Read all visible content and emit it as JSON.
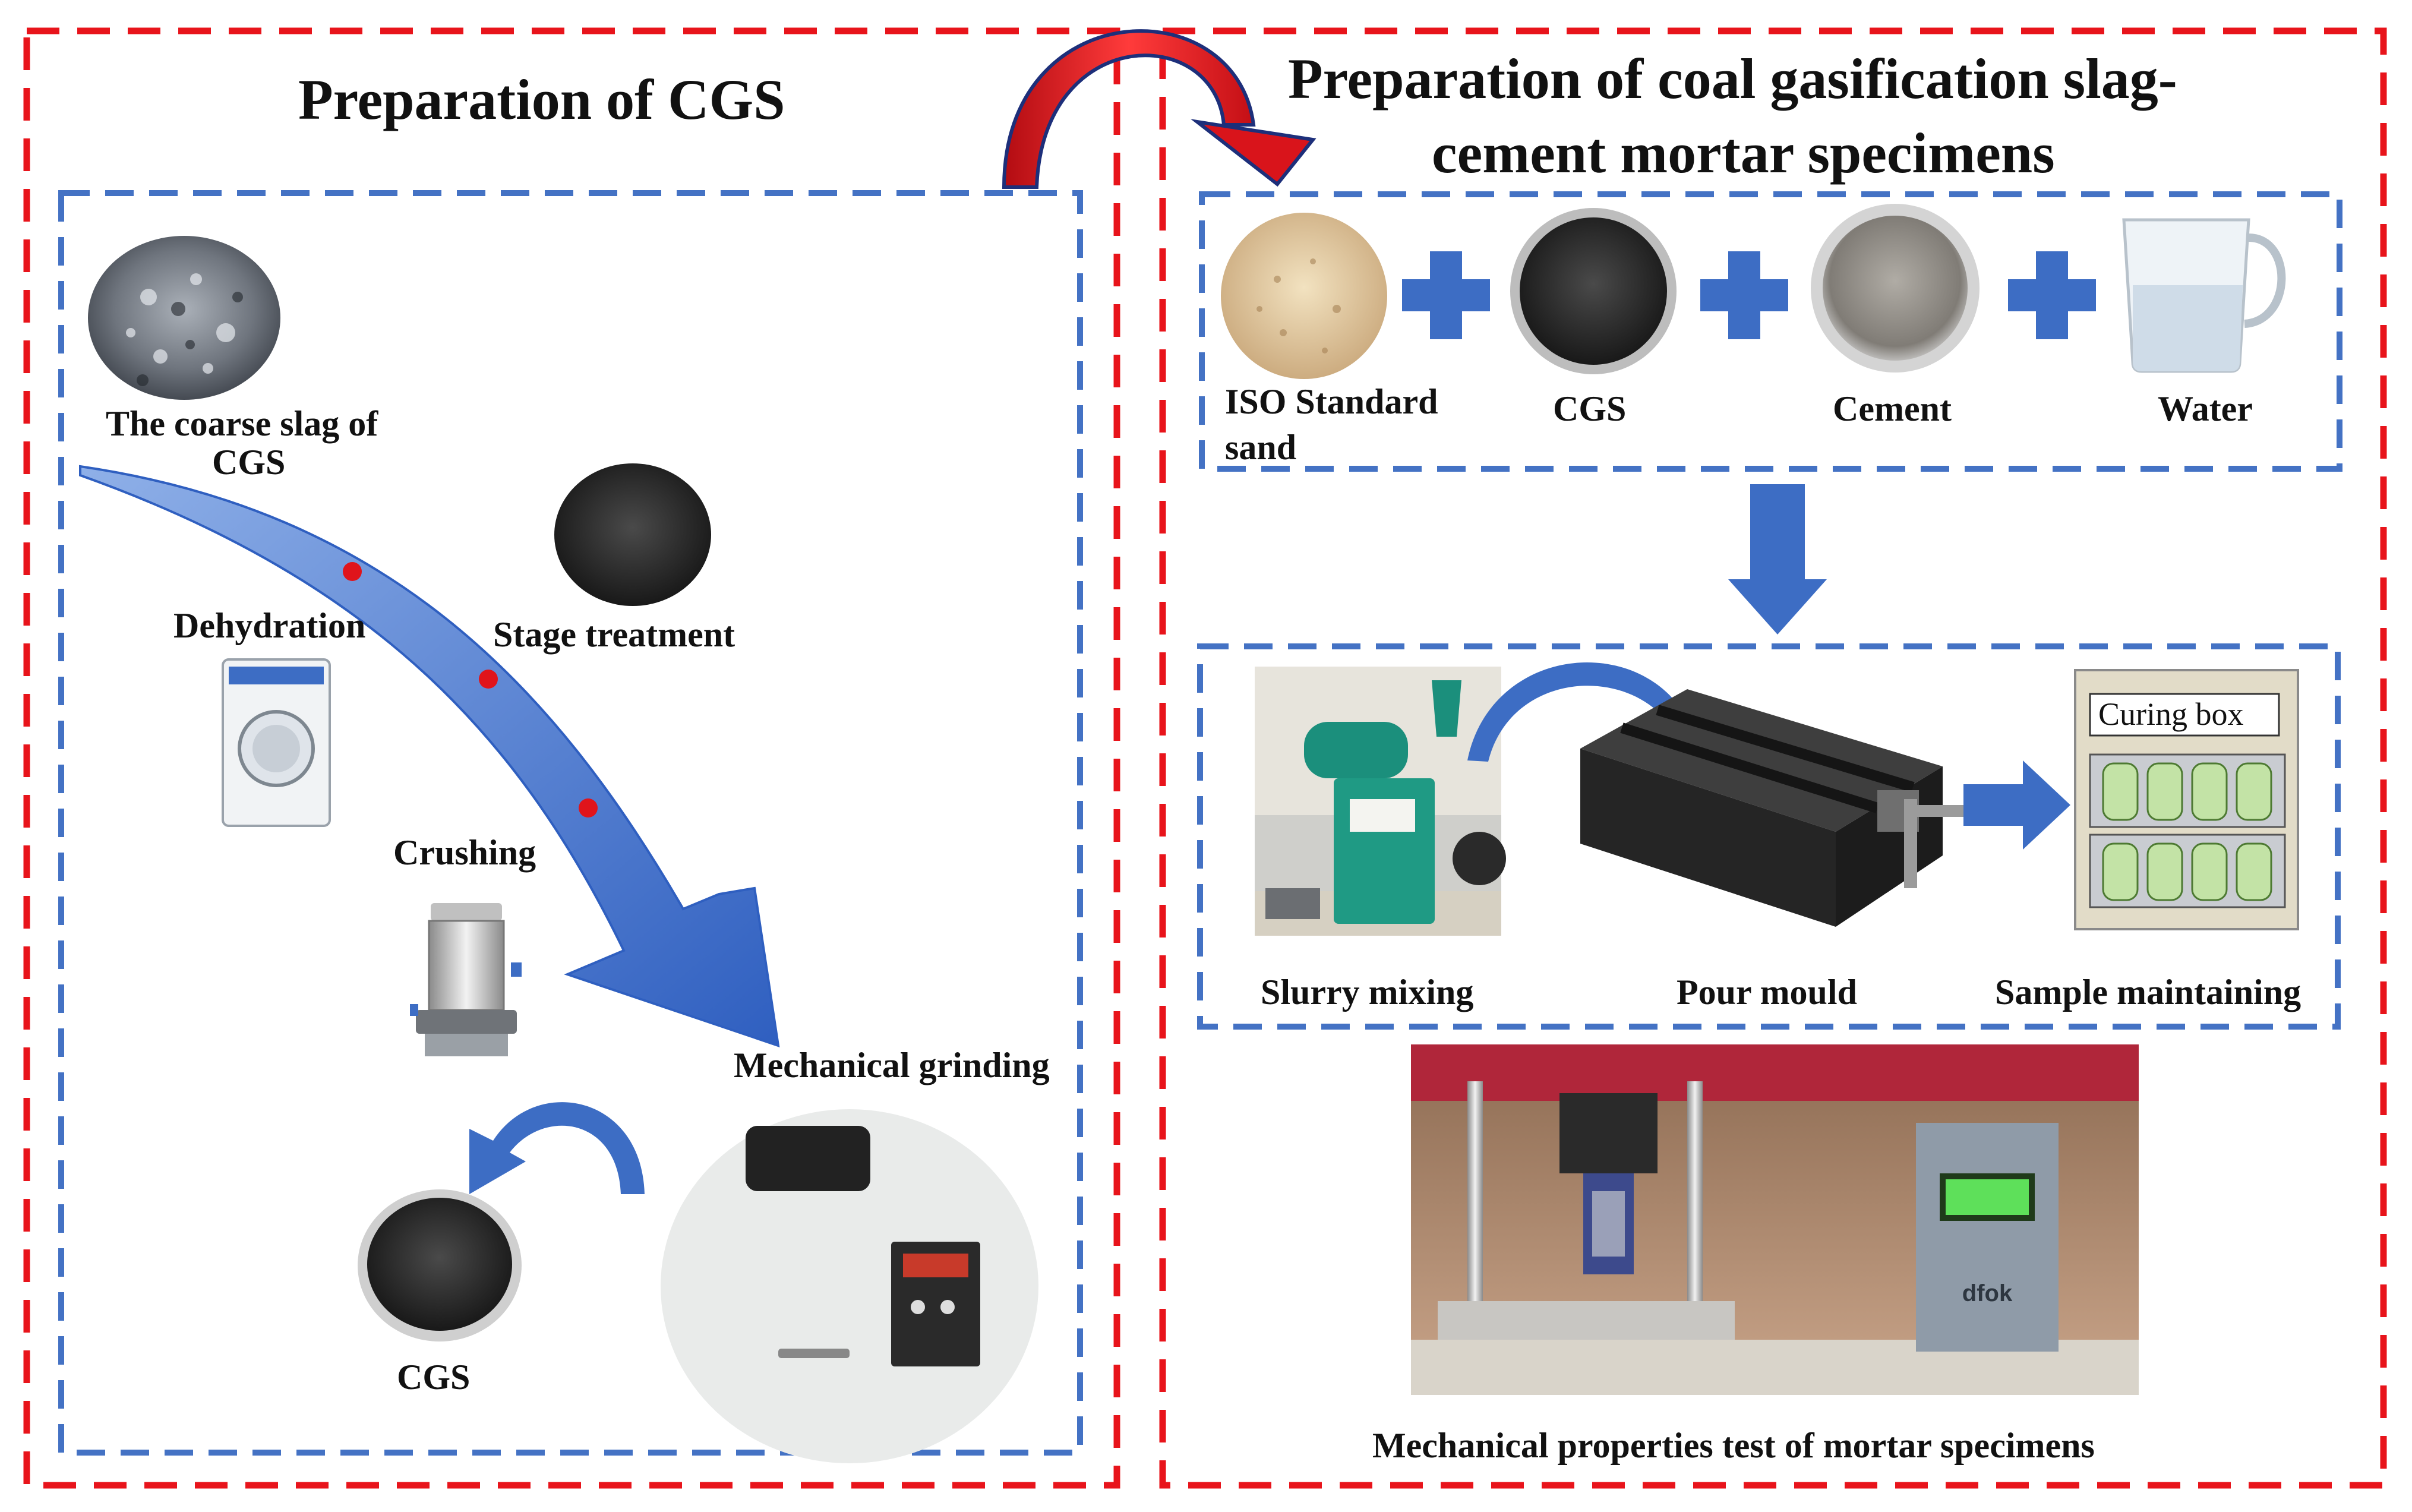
{
  "left_panel": {
    "title": "Preparation of CGS",
    "steps": {
      "coarse_slag_line1": "The coarse slag of",
      "coarse_slag_line2": "CGS",
      "dehydration": "Dehydration",
      "stage_treatment": "Stage treatment",
      "crushing": "Crushing",
      "mechanical_grinding": "Mechanical grinding",
      "product": "CGS"
    }
  },
  "right_panel": {
    "title_line1": "Preparation of coal gasification slag-",
    "title_line2": "cement mortar specimens",
    "materials": {
      "sand_line1": "ISO Standard",
      "sand_line2": "sand",
      "cgs": "CGS",
      "cement": "Cement",
      "water": "Water"
    },
    "process": {
      "slurry_mixing": "Slurry mixing",
      "pour_mould": "Pour mould",
      "sample_maintaining": "Sample maintaining",
      "curing_box": "Curing box"
    },
    "test_caption": "Mechanical properties test of mortar specimens",
    "machine_brand": "dfok"
  },
  "colors": {
    "red_dash": "#e8141b",
    "blue_dash": "#4472c4",
    "blue_arrow": "#3d6dc4",
    "red_arrow": "#d9141b",
    "dot": "#e0141b"
  }
}
